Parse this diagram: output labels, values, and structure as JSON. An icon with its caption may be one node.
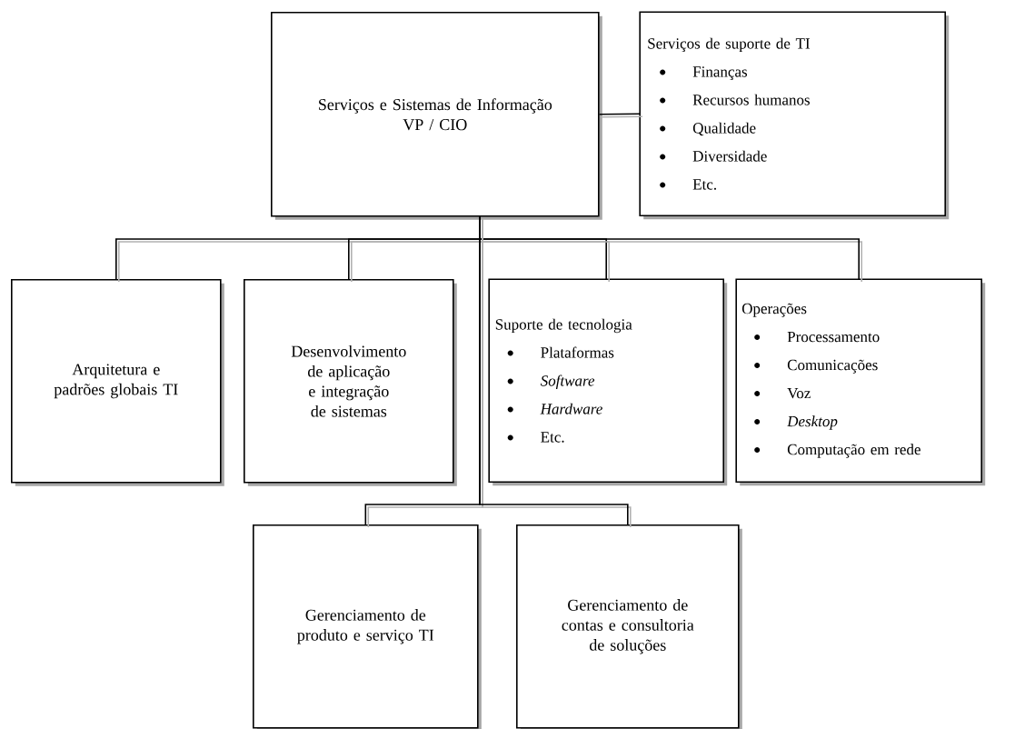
{
  "diagram": {
    "nodes": [
      {
        "text": [
          "Serviços e Sistemas de Informação",
          "VP / CIO"
        ]
      },
      {
        "text": [
          "Serviços de suporte de TI",
          "Finanças",
          "Recursos humanos",
          "Qualidade",
          "Diversidade",
          "Etc."
        ]
      },
      {
        "text": [
          "Arquitetura e padrões globais TI"
        ]
      },
      {
        "text": [
          "Desenvolvimento de aplicação e integração de sistemas"
        ]
      },
      {
        "text": [
          "Suporte de tecnologia",
          "Plataformas",
          "*Software*",
          "*Hardware*",
          "Etc."
        ]
      },
      {
        "text": [
          "Operações",
          "Processamento",
          "Comunicações",
          "Voz",
          "*Desktop*",
          "Computação em rede"
        ]
      },
      {
        "text": [
          "Gerenciamento de produto e serviço TI"
        ]
      },
      {
        "text": [
          "Gerenciamento de contas e consultoria de soluções"
        ]
      }
    ],
    "edges": [
      {
        "from": 0,
        "to": 1,
        "arrow": "none",
        "color": "#000000"
      },
      {
        "from": 0,
        "to": 2,
        "arrow": "none"
      },
      {
        "from": 0,
        "to": 3,
        "arrow": "none"
      },
      {
        "from": 0,
        "to": 4,
        "arrow": "none"
      },
      {
        "from": 0,
        "to": 5,
        "arrow": "none"
      },
      {
        "from": 0,
        "to": 6,
        "arrow": "none"
      },
      {
        "from": 0,
        "to": 7,
        "arrow": "none"
      }
    ]
  }
}
